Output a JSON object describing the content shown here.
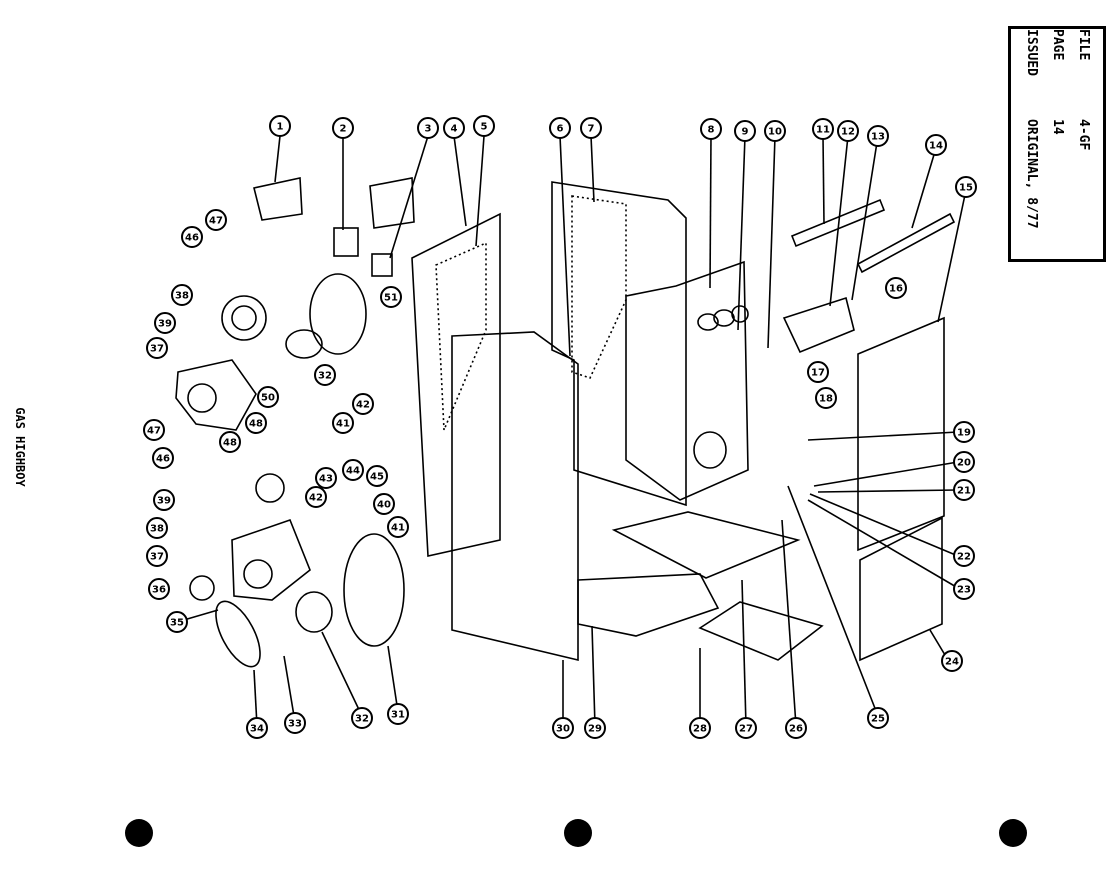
{
  "info_box": {
    "file_label": "FILE",
    "file_value": "4-GF",
    "page_label": "PAGE",
    "page_value": "14",
    "issued_label": "ISSUED",
    "issued_value": "ORIGINAL, 8/77"
  },
  "side_title": "GAS HIGHBOY",
  "callouts": [
    "1",
    "2",
    "3",
    "4",
    "5",
    "6",
    "7",
    "8",
    "9",
    "10",
    "11",
    "12",
    "13",
    "14",
    "15",
    "16",
    "17",
    "18",
    "19",
    "20",
    "21",
    "22",
    "23",
    "24",
    "25",
    "26",
    "27",
    "28",
    "29",
    "30",
    "31",
    "32",
    "33",
    "34",
    "35",
    "36",
    "37",
    "38",
    "39",
    "40",
    "41",
    "42",
    "43",
    "44",
    "45",
    "46",
    "47",
    "48",
    "50",
    "51"
  ],
  "colors": {
    "ink": "#000000",
    "paper": "#ffffff"
  }
}
